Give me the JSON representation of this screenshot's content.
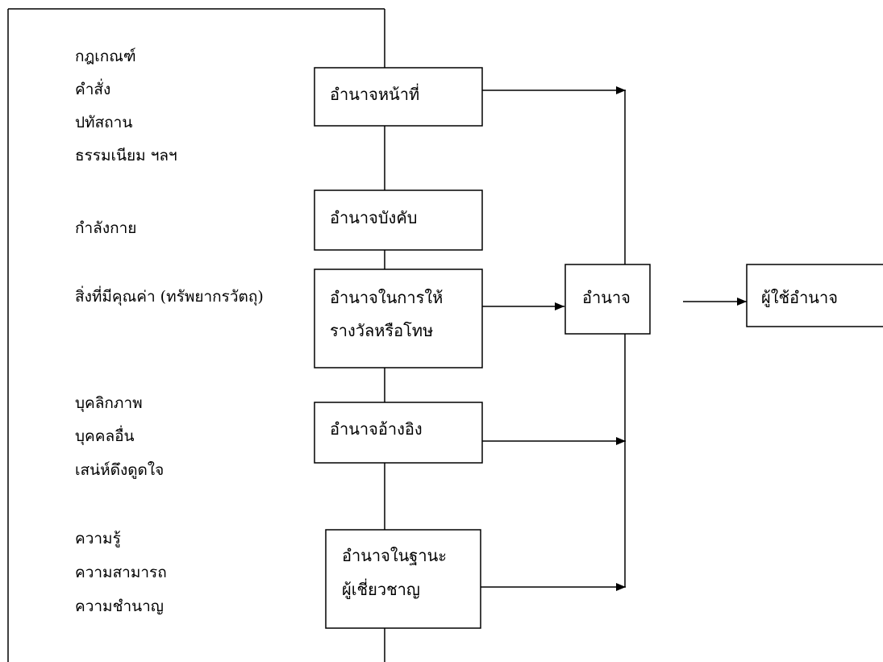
{
  "sources": {
    "group_rules": [
      "กฎเกณฑ์",
      "คำสั่ง",
      "ปทัสถาน",
      "ธรรมเนียม ฯลฯ"
    ],
    "group_physical": [
      "กำลังกาย"
    ],
    "group_valuables": [
      "สิ่งที่มีคุณค่า (ทรัพยากรวัตถุ)"
    ],
    "group_personality": [
      "บุคลิกภาพ",
      "บุคคลอื่น",
      "เสน่ห์ดึงดูดใจ"
    ],
    "group_expertise": [
      "ความรู้",
      "ความสามารถ",
      "ความชำนาญ"
    ]
  },
  "power_types": {
    "legitimate": "อำนาจหน้าที่",
    "coercive": "อำนาจบังคับ",
    "reward_line1": "อำนาจในการให้",
    "reward_line2": "รางวัลหรือโทษ",
    "referent": "อำนาจอ้างอิง",
    "expert_line1": "อำนาจในฐานะ",
    "expert_line2": "ผู้เชี่ยวชาญ"
  },
  "center": {
    "power": "อำนาจ"
  },
  "result": {
    "power_user": "ผู้ใช้อำนาจ"
  }
}
